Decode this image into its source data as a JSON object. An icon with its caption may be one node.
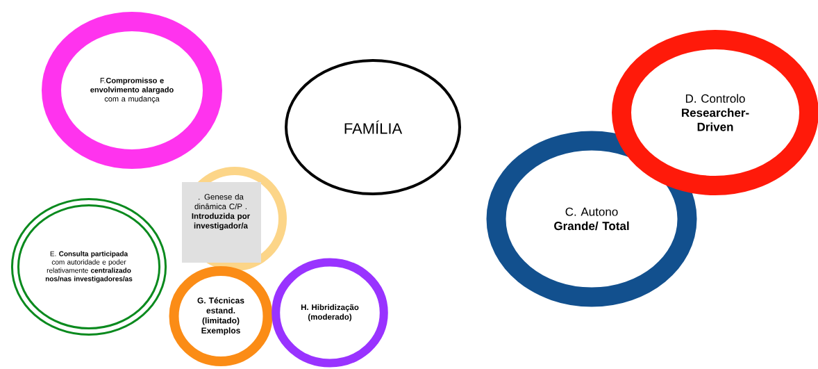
{
  "diagram": {
    "nodes": [
      {
        "text": [
          "F.**Compromisso e envolvimento alargado** com a mudança"
        ]
      },
      {
        "text": [
          "FAMÍLIA"
        ]
      },
      {
        "text": [
          ". Genese da dinâmica C/P . **Introduzida por investigador/a**"
        ]
      },
      {
        "text": [
          "E. **Consulta participada** com autoridade e poder relativamente **centralizado nos/nas investigadores/as**"
        ]
      },
      {
        "text": [
          "G. Técnicas estand. (limitado) Exemplos"
        ]
      },
      {
        "text": [
          "H. Hibridização (moderado)"
        ]
      },
      {
        "text": [
          "C. Autono **Grande/ Total**"
        ]
      },
      {
        "text": [
          "D. Controlo **Researcher-Driven**"
        ]
      }
    ]
  }
}
